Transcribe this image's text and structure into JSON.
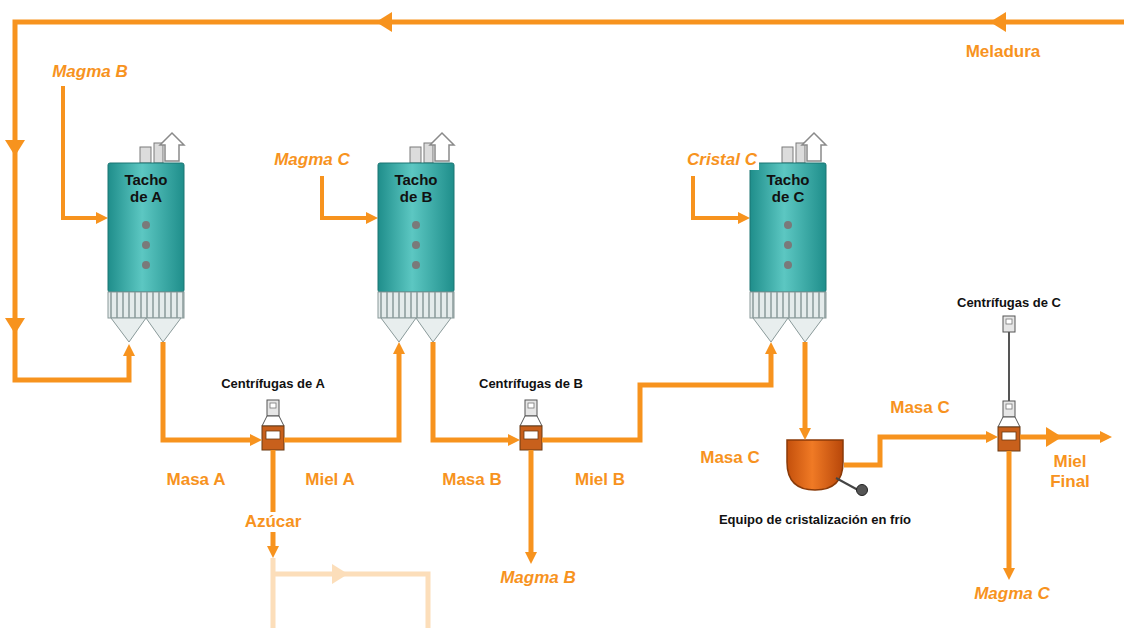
{
  "diagram": {
    "nodes": [
      {
        "text": [
          "Tacho de A"
        ]
      },
      {
        "text": [
          "Tacho de B"
        ]
      },
      {
        "text": [
          "Tacho de C"
        ]
      },
      {
        "text": [
          "Centrífugas de A"
        ]
      },
      {
        "text": [
          "Centrífugas de B"
        ]
      },
      {
        "text": [
          "Equipo de cristalización en frío"
        ]
      },
      {
        "text": [
          "Centrífugas de C"
        ]
      }
    ],
    "edges": [
      {
        "from": 0,
        "to": 3,
        "label": "Masa A",
        "arrow": "to"
      },
      {
        "from": 3,
        "to": 1,
        "label": "Miel A",
        "arrow": "to"
      },
      {
        "from": 1,
        "to": 4,
        "label": "Masa B",
        "arrow": "to"
      },
      {
        "from": 4,
        "to": 2,
        "label": "Miel B",
        "arrow": "to"
      },
      {
        "from": 2,
        "to": 5,
        "label": "Masa C",
        "arrow": "to"
      },
      {
        "from": 5,
        "to": 6,
        "label": "Masa C",
        "arrow": "to"
      }
    ],
    "labels": [
      "Meladura",
      "Magma B",
      "Magma C",
      "Cristal C",
      "Azúcar",
      "Magma B",
      "Miel Final",
      "Magma C"
    ]
  }
}
